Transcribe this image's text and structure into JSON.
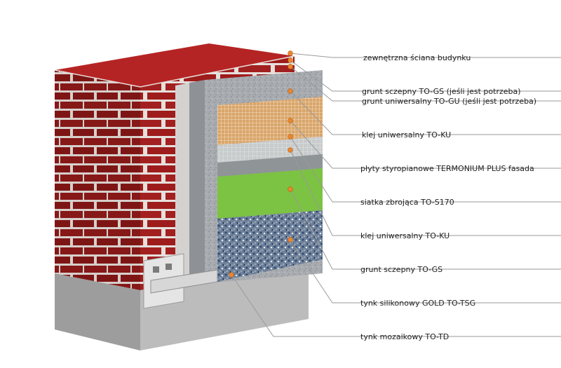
{
  "colors": {
    "brick": "#9e1c1c",
    "mortar": "#e6e0dc",
    "marker": "#e8872f",
    "leader": "#9a9a9a",
    "green_layer": "#7cc243",
    "text": "#222222"
  },
  "layers": [
    {
      "id": "exterior-wall",
      "label": "zewnętrzna ściana budynku"
    },
    {
      "id": "primer-gs",
      "label": "grunt sczepny TO-GS (jeśli jest potrzeba)"
    },
    {
      "id": "primer-gu",
      "label": "grunt uniwersalny TO-GU (jeśli jest potrzeba)"
    },
    {
      "id": "adhesive-1",
      "label": "klej uniwersalny TO-KU"
    },
    {
      "id": "eps-boards",
      "label": "płyty styropianowe TERMONIUM PLUS fasada"
    },
    {
      "id": "mesh",
      "label": "siatka zbrojąca TO-S170"
    },
    {
      "id": "adhesive-2",
      "label": "klej uniwersalny TO-KU"
    },
    {
      "id": "primer-gs-2",
      "label": "grunt sczepny TO-GS"
    },
    {
      "id": "silicone-plaster",
      "label": "tynk silikonowy GOLD TO-TSG"
    },
    {
      "id": "mosaic-plaster",
      "label": "tynk mozaikowy TO-TD"
    }
  ]
}
